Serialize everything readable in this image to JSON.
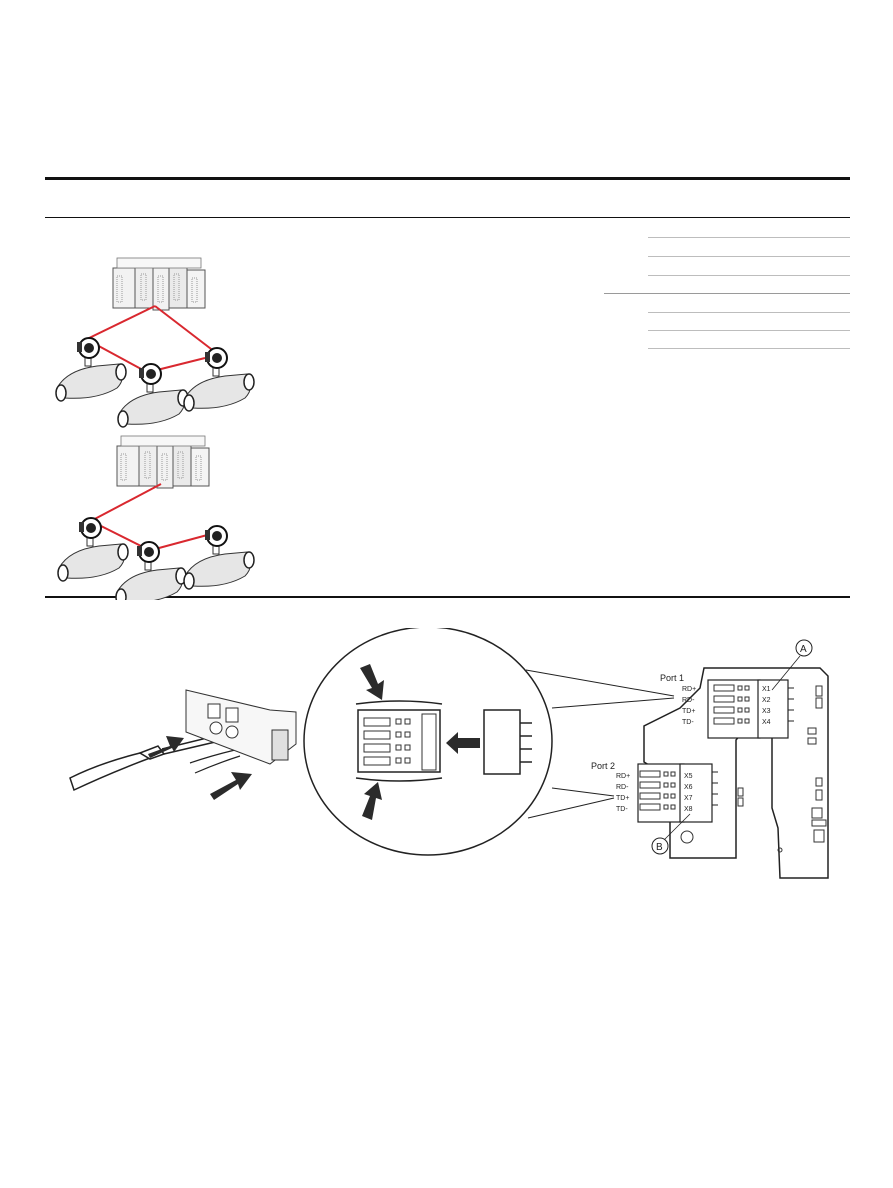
{
  "figure_connection": {
    "port1_label": "Port 1",
    "port2_label": "Port 2",
    "port1_pins": [
      "RD+",
      "RD-",
      "TD+",
      "TD-"
    ],
    "port2_pins": [
      "RD+",
      "RD-",
      "TD+",
      "TD-"
    ],
    "port1_terminals": [
      "X1",
      "X2",
      "X3",
      "X4"
    ],
    "port2_terminals": [
      "X5",
      "X6",
      "X7",
      "X8"
    ],
    "callout_a": "A",
    "callout_b": "B"
  },
  "colors": {
    "network_line": "#d9282f",
    "arrow": "#2b2b2b",
    "rule": "#111111"
  },
  "icons": [
    "controller-rack-icon",
    "flowmeter-icon",
    "screwdriver-icon",
    "arrow-icon"
  ]
}
